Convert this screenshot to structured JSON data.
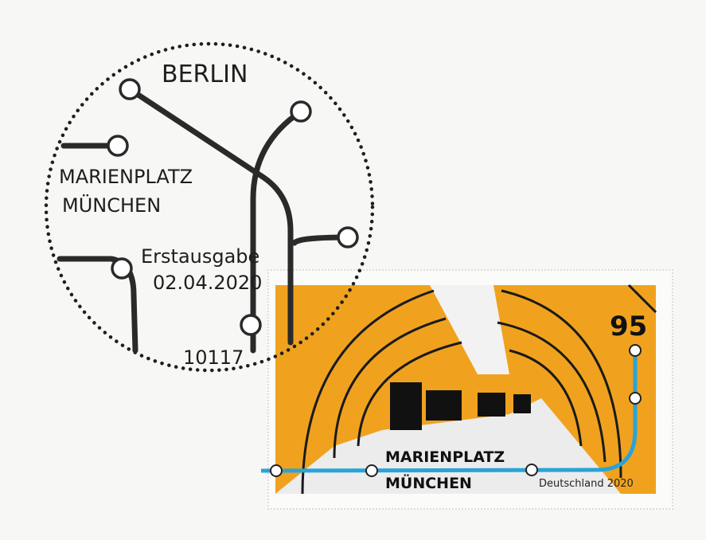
{
  "postmark": {
    "city": "BERLIN",
    "station_line1": "MARIENPLATZ",
    "station_line2": "MÜNCHEN",
    "issue_label": "Erstausgabe",
    "date": "02.04.2020",
    "postcode": "10117"
  },
  "stamp": {
    "value": "95",
    "title_line1": "MARIENPLATZ",
    "title_line2": "MÜNCHEN",
    "country": "Deutschland",
    "year": "2020",
    "colors": {
      "tunnel": "#f0a21e",
      "line": "#2aa3d6",
      "floor": "#e9e9e9"
    }
  }
}
